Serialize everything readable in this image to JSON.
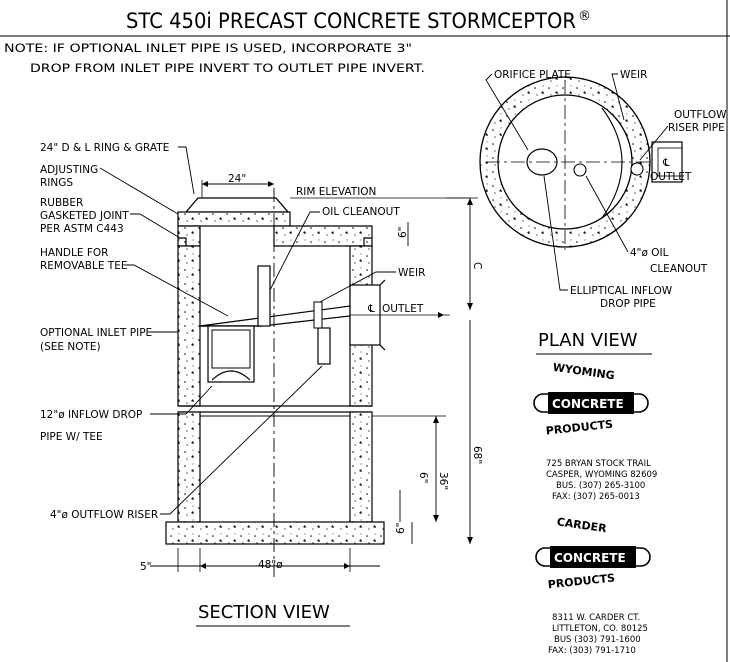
{
  "title": "STC 450i PRECAST CONCRETE STORMCEPTOR",
  "title_mark": "®",
  "note": {
    "line1": "NOTE: IF OPTIONAL INLET PIPE IS USED, INCORPORATE 3\"",
    "line2": "DROP FROM INLET PIPE INVERT TO OUTLET PIPE INVERT."
  },
  "section_view": {
    "caption": "SECTION VIEW",
    "labels": {
      "ring_grate": "24\" D & L RING & GRATE",
      "adjusting_rings_1": "ADJUSTING",
      "adjusting_rings_2": "RINGS",
      "rubber_joint_1": "RUBBER",
      "rubber_joint_2": "GASKETED JOINT",
      "rubber_joint_3": "PER ASTM C443",
      "handle_1": "HANDLE FOR",
      "handle_2": "REMOVABLE TEE",
      "optional_inlet_1": "OPTIONAL INLET PIPE",
      "optional_inlet_2": "(SEE NOTE)",
      "inflow_drop_1": "12\"ø INFLOW DROP",
      "inflow_drop_2": "PIPE W/ TEE",
      "outflow_riser": "4\"ø OUTFLOW RISER",
      "rim_elevation": "RIM ELEVATION",
      "oil_cleanout": "OIL CLEANOUT",
      "weir": "WEIR",
      "outlet": "OUTLET",
      "centerline": "℄"
    },
    "dimensions": {
      "opening": "24\"",
      "top_slab": "6\"",
      "c_dim": "C",
      "total_height": "68\"",
      "lower_chamber": "36\"",
      "floor_gap": "6\"",
      "base_slab": "6\"",
      "wall": "5\"",
      "inside_diameter": "48\"ø"
    }
  },
  "plan_view": {
    "caption": "PLAN VIEW",
    "labels": {
      "orifice_plate": "ORIFICE PLATE",
      "weir": "WEIR",
      "outflow_riser_1": "OUTFLOW",
      "outflow_riser_2": "RISER PIPE",
      "outlet": "OUTLET",
      "oil_cleanout_1": "4\"ø OIL",
      "oil_cleanout_2": "CLEANOUT",
      "elliptical_1": "ELLIPTICAL INFLOW",
      "elliptical_2": "DROP PIPE"
    }
  },
  "companies": [
    {
      "logo_top": "WYOMING",
      "logo_mid": "CONCRETE",
      "logo_bottom": "PRODUCTS",
      "address1": "725 BRYAN STOCK TRAIL",
      "address2": "CASPER, WYOMING 82609",
      "phone": "BUS. (307) 265-3100",
      "fax": "FAX: (307) 265-0013"
    },
    {
      "logo_top": "CARDER",
      "logo_mid": "CONCRETE",
      "logo_bottom": "PRODUCTS",
      "address1": "8311 W. CARDER CT.",
      "address2": "LITTLETON, CO. 80125",
      "phone": "BUS (303) 791-1600",
      "fax": "FAX: (303) 791-1710"
    }
  ]
}
